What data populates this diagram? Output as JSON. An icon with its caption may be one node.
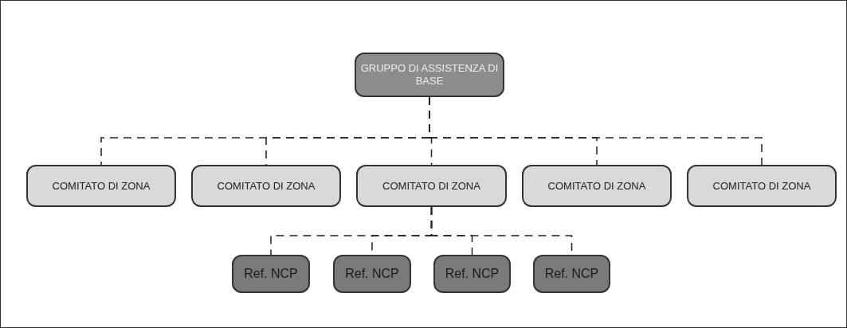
{
  "diagram": {
    "nodes": [
      {
        "text": [
          "GRUPPO DI ASSISTENZA DI BASE"
        ]
      },
      {
        "text": [
          "COMITATO DI ZONA"
        ]
      },
      {
        "text": [
          "COMITATO DI ZONA"
        ]
      },
      {
        "text": [
          "COMITATO DI ZONA"
        ]
      },
      {
        "text": [
          "COMITATO DI ZONA"
        ]
      },
      {
        "text": [
          "COMITATO DI ZONA"
        ]
      },
      {
        "text": [
          "Ref. NCP"
        ]
      },
      {
        "text": [
          "Ref. NCP"
        ]
      },
      {
        "text": [
          "Ref. NCP"
        ]
      },
      {
        "text": [
          "Ref. NCP"
        ]
      }
    ],
    "edges": [
      {
        "from": 0,
        "to": 1,
        "arrow": "none",
        "style": "dashed"
      },
      {
        "from": 0,
        "to": 2,
        "arrow": "none",
        "style": "dashed"
      },
      {
        "from": 0,
        "to": 3,
        "arrow": "none",
        "style": "dashed"
      },
      {
        "from": 0,
        "to": 4,
        "arrow": "none",
        "style": "dashed"
      },
      {
        "from": 0,
        "to": 5,
        "arrow": "none",
        "style": "dashed"
      },
      {
        "from": 3,
        "to": 6,
        "arrow": "none",
        "style": "dashed"
      },
      {
        "from": 3,
        "to": 7,
        "arrow": "none",
        "style": "dashed"
      },
      {
        "from": 3,
        "to": 8,
        "arrow": "none",
        "style": "dashed"
      },
      {
        "from": 3,
        "to": 9,
        "arrow": "none",
        "style": "dashed"
      }
    ]
  }
}
